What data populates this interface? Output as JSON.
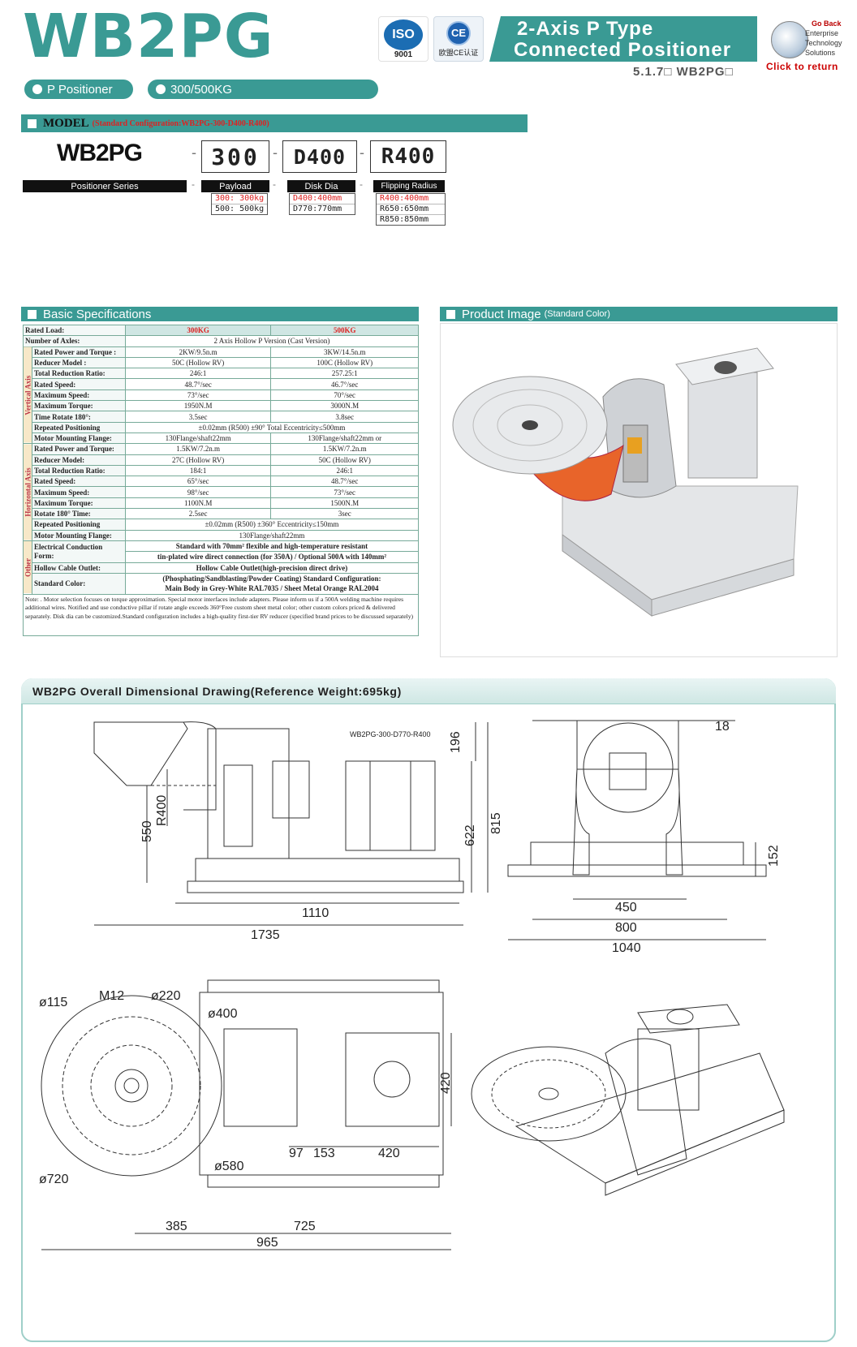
{
  "header": {
    "title": "WB2PG",
    "iso_label": "ISO",
    "iso_sub": "9001",
    "ce_label": "CE",
    "ce_sub": "欧盟CE认证",
    "type_line1": "2-Axis P Type",
    "type_line2": "Connected Positioner",
    "goback_1": "Go Back",
    "goback_2": "Enterprise",
    "goback_3": "Technology",
    "goback_4": "Solutions",
    "click_return": "Click to return",
    "subtitle": "5.1.7□ WB2PG□"
  },
  "pills": {
    "p1": "P Positioner",
    "p2": "300/500KG"
  },
  "model": {
    "heading": "MODEL",
    "standard_config": "(Standard Configuration:WB2PG-300-D400-R400)",
    "code": "WB2PG",
    "seg1": "300",
    "seg2": "D400",
    "seg3": "R400",
    "series_label": "Positioner Series",
    "payload_label": "Payload",
    "disk_label": "Disk Dia",
    "radius_label": "Flipping Radius",
    "payload_opts": [
      "300: 300kg",
      "500: 500kg"
    ],
    "disk_opts": [
      "D400:400mm",
      "D770:770mm"
    ],
    "radius_opts": [
      "R400:400mm",
      "R650:650mm",
      "R850:850mm"
    ]
  },
  "specs": {
    "heading": "Basic Specifications",
    "col_label": "Rated Load:",
    "col1": "300KG",
    "col2": "500KG",
    "axes_label": "Number of Axles:",
    "axes_value": "2 Axis Hollow P Version (Cast Version)",
    "group_vertical": "Vertical Axis",
    "group_horizontal": "Horizontal Axis",
    "group_other": "Other",
    "vertical": [
      [
        "Rated Power and Torque :",
        "2KW/9.5n.m",
        "3KW/14.5n.m"
      ],
      [
        "Reducer Model :",
        "50C (Hollow RV)",
        "100C (Hollow RV)"
      ],
      [
        "Total Reduction Ratio:",
        "246:1",
        "257.25:1"
      ],
      [
        "Rated Speed:",
        "48.7°/sec",
        "46.7°/sec"
      ],
      [
        "Maximum Speed:",
        "73°/sec",
        "70°/sec"
      ],
      [
        "Maximum Torque:",
        "1950N.M",
        "3000N.M"
      ],
      [
        "Time Rotate 180°:",
        "3.5sec",
        "3.8sec"
      ],
      [
        "Repeated Positioning",
        "±0.02mm (R500) ±90° Total Eccentricity≤500mm",
        ""
      ],
      [
        "Motor Mounting Flange:",
        "130Flange/shaft22mm",
        "130Flange/shaft22mm or"
      ]
    ],
    "horizontal": [
      [
        "Rated Power and Torque:",
        "1.5KW/7.2n.m",
        "1.5KW/7.2n.m"
      ],
      [
        "Reducer Model:",
        "27C (Hollow RV)",
        "50C (Hollow RV)"
      ],
      [
        "Total Reduction Ratio:",
        "184:1",
        "246:1"
      ],
      [
        "Rated Speed:",
        "65°/sec",
        "48.7°/sec"
      ],
      [
        "Maximum Speed:",
        "98°/sec",
        "73°/sec"
      ],
      [
        "Maximum Torque:",
        "1100N.M",
        "1500N.M"
      ],
      [
        "Rotate 180° Time:",
        "2.5sec",
        "3sec"
      ],
      [
        "Repeated Positioning",
        "±0.02mm (R500) ±360° Eccentricity≤150mm",
        ""
      ],
      [
        "Motor Mounting Flange:",
        "130Flange/shaft22mm",
        ""
      ]
    ],
    "other_elec_label": "Electrical Conduction Form:",
    "other_elec_1": "Standard with 70mm² flexible and high-temperature resistant",
    "other_elec_2": "tin-plated wire direct connection (for 350A) / Optional 500A with 140mm²",
    "other_cable_label": "Hollow Cable Outlet:",
    "other_cable_value": "Hollow Cable Outlet(high-precision direct drive)",
    "other_color_label": "Standard Color:",
    "other_color_1": "(Phosphating/Sandblasting/Powder Coating) Standard Configuration:",
    "other_color_2": "Main Body in Grey-White RAL7035 / Sheet Metal Orange RAL2004",
    "note": "Note: . Motor selection focuses on torque approximation. Special motor interfaces include adapters. Please inform us if a 500A welding machine requires additional wires. Notified and use conductive pillar if rotate angle exceeds 360°Free custom sheet metal color; other custom colors priced & delivered separately. Disk dia can be customized.Standard configuration includes a high-quality first-tier RV reducer (specified brand prices to be discussed separately)"
  },
  "product": {
    "heading": "Product Image",
    "heading_sub": "(Standard Color)"
  },
  "drawing": {
    "heading": "WB2PG Overall Dimensional Drawing(Reference Weight:695kg)",
    "model_label": "WB2PG-300-D770-R400",
    "dims": {
      "d196": "196",
      "d815": "815",
      "d622": "622",
      "d550": "550",
      "dR400": "R400",
      "d1110": "1110",
      "d1735": "1735",
      "d18": "18",
      "d152": "152",
      "d450": "450",
      "d800": "800",
      "d1040": "1040",
      "d115": "ø115",
      "dM12": "M12",
      "d220": "ø220",
      "d400": "ø400",
      "d580": "ø580",
      "d720": "ø720",
      "d97": "97",
      "d153": "153",
      "d420h": "420",
      "d420v": "420",
      "d385": "385",
      "d725": "725",
      "d965": "965"
    }
  },
  "colors": {
    "teal": "#3a9a94",
    "orange": "#e8642a",
    "red": "#dd2222"
  }
}
